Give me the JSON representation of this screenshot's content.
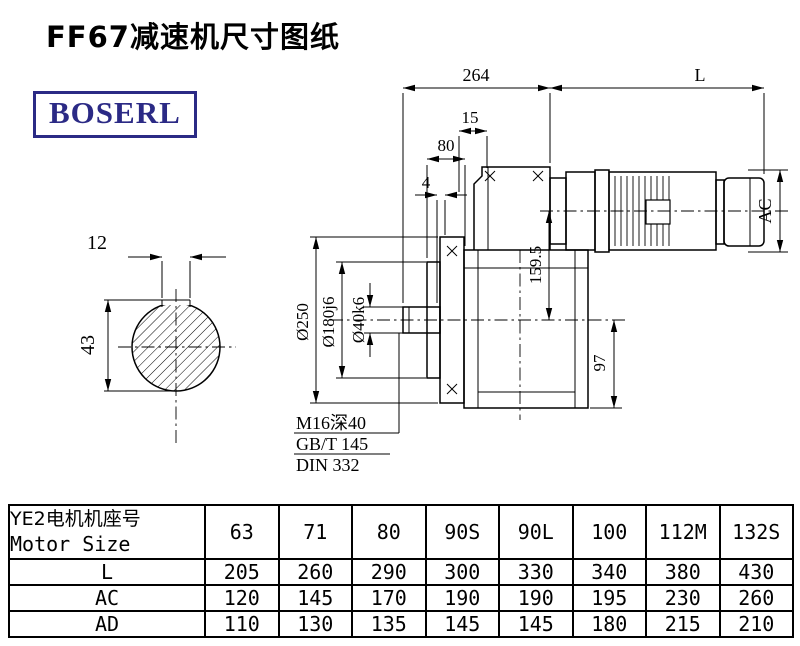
{
  "page": {
    "title": "FF67减速机尺寸图纸",
    "brand": "BOSERL",
    "accent_color": "#2b2a85"
  },
  "drawing": {
    "dims": {
      "overall_length": "264",
      "motor_length": "L",
      "flange_offset": "15",
      "hub_length": "80",
      "plate_thickness": "4",
      "motor_diameter": "AC",
      "upper_center_height": "159.5",
      "lower_center_height": "97",
      "flange_diameter": "Ø250",
      "spigot_diameter": "Ø180j6",
      "shaft_diameter": "Ø40k6",
      "keyway_width": "12",
      "keyway_depth": "43"
    },
    "notes": {
      "tapped_hole": "M16深40",
      "standard_1": "GB/T 145",
      "standard_2": "DIN 332"
    }
  },
  "table": {
    "header_label_line1": "YE2电机机座号",
    "header_label_line2": "Motor Size",
    "columns": [
      "63",
      "71",
      "80",
      "90S",
      "90L",
      "100",
      "112M",
      "132S"
    ],
    "rows": [
      {
        "label": "L",
        "values": [
          "205",
          "260",
          "290",
          "300",
          "330",
          "340",
          "380",
          "430"
        ]
      },
      {
        "label": "AC",
        "values": [
          "120",
          "145",
          "170",
          "190",
          "190",
          "195",
          "230",
          "260"
        ]
      },
      {
        "label": "AD",
        "values": [
          "110",
          "130",
          "135",
          "145",
          "145",
          "180",
          "215",
          "210"
        ]
      }
    ]
  }
}
